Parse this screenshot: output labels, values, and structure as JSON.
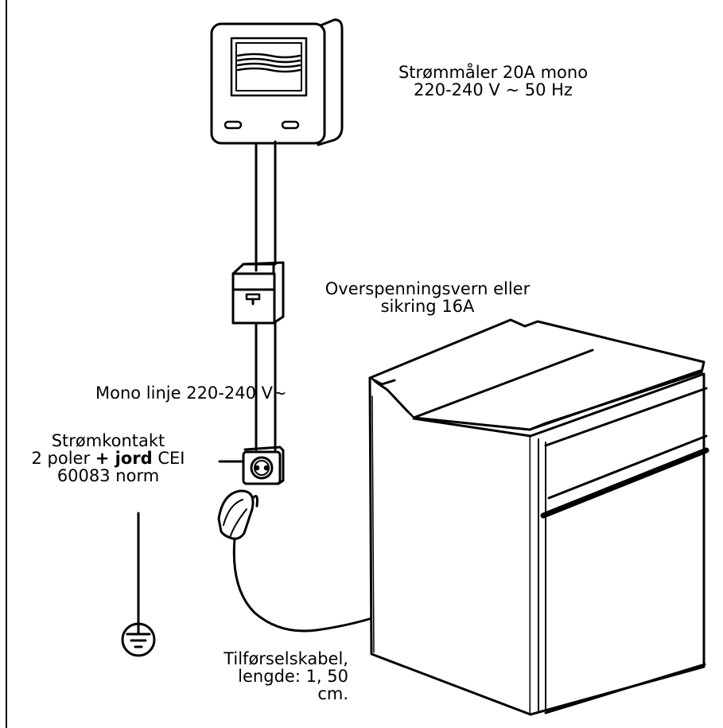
{
  "labels": {
    "meter": {
      "line1": "Strømmåler 20A mono",
      "line2": "220-240 V ~ 50 Hz"
    },
    "breaker": {
      "line1": "Overspenningsvern eller",
      "line2": "sikring 16A"
    },
    "mono_line": "Mono linje 220-240 V~",
    "socket": {
      "line1": "Strømkontakt",
      "line2_prefix": "2 poler ",
      "line2_bold": "+ jord",
      "line2_suffix": " CEI",
      "line3": "60083 norm"
    },
    "cable": {
      "line1": "Tilførselskabel,",
      "line2": "lengde: 1, 50",
      "line3": "cm."
    }
  },
  "icons": {
    "meter": "electricity-meter-icon",
    "breaker": "circuit-breaker-icon",
    "socket": "wall-socket-icon",
    "plug": "plug-icon",
    "ground": "ground-symbol-icon",
    "oven": "built-in-oven-icon"
  },
  "colors": {
    "stroke": "#000000",
    "background": "#ffffff"
  }
}
